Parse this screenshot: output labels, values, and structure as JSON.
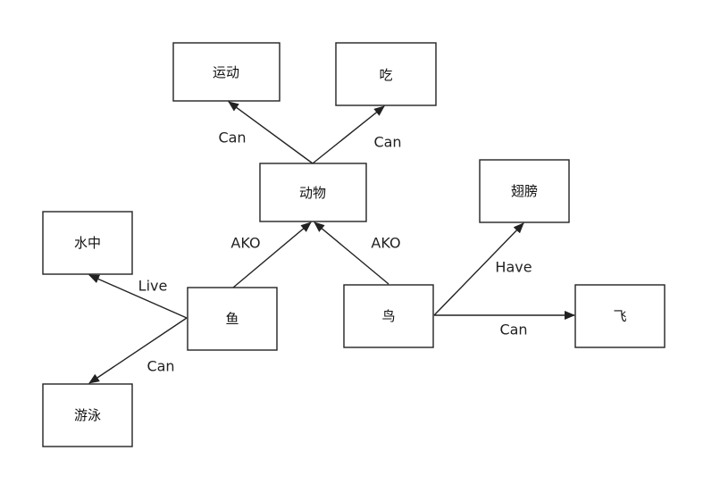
{
  "nodes": {
    "yundong": "运动",
    "chi": "吃",
    "dongwu": "动物",
    "chibang": "翅膀",
    "shuizhong": "水中",
    "yu": "鱼",
    "niao": "鸟",
    "fei": "飞",
    "youyong": "游泳"
  },
  "edges": {
    "dongwu_yundong": "Can",
    "dongwu_chi": "Can",
    "yu_dongwu": "AKO",
    "niao_dongwu": "AKO",
    "niao_chibang": "Have",
    "yu_shuizhong": "Live",
    "niao_fei": "Can",
    "yu_youyong": "Can"
  }
}
